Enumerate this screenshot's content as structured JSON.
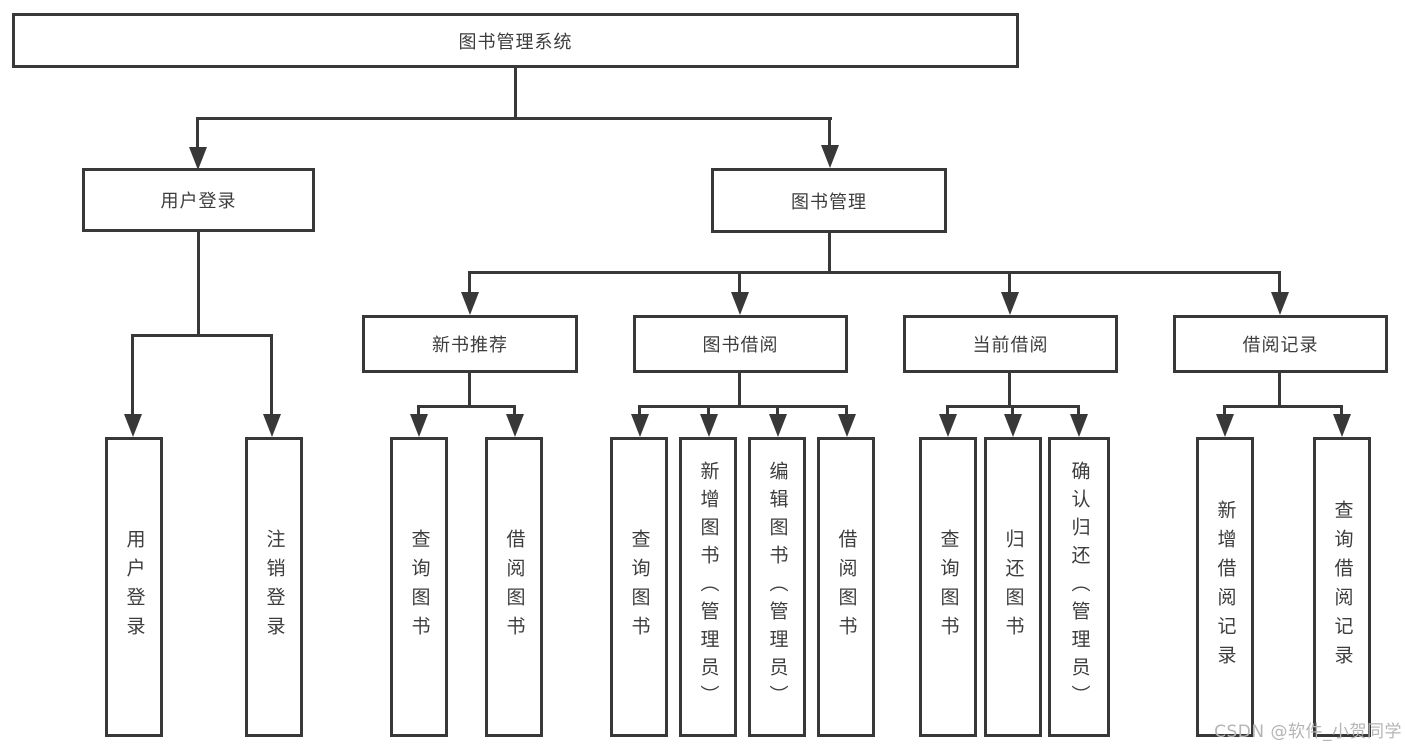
{
  "diagram": {
    "root": "图书管理系统",
    "user_login": {
      "label": "用户登录",
      "children": [
        "用户登录",
        "注销登录"
      ]
    },
    "book_mgmt": {
      "label": "图书管理",
      "categories": [
        {
          "label": "新书推荐",
          "children": [
            "查询图书",
            "借阅图书"
          ]
        },
        {
          "label": "图书借阅",
          "children": [
            "查询图书",
            "新增图书（管理员）",
            "编辑图书（管理员）",
            "借阅图书"
          ]
        },
        {
          "label": "当前借阅",
          "children": [
            "查询图书",
            "归还图书",
            "确认归还（管理员）"
          ]
        },
        {
          "label": "借阅记录",
          "children": [
            "新增借阅记录",
            "查询借阅记录"
          ]
        }
      ]
    }
  },
  "watermark": "CSDN @软件_小贺同学",
  "colors": {
    "line": "#383838",
    "text": "#3d3d3d",
    "watermark": "#b5b5b5",
    "background": "#ffffff"
  }
}
